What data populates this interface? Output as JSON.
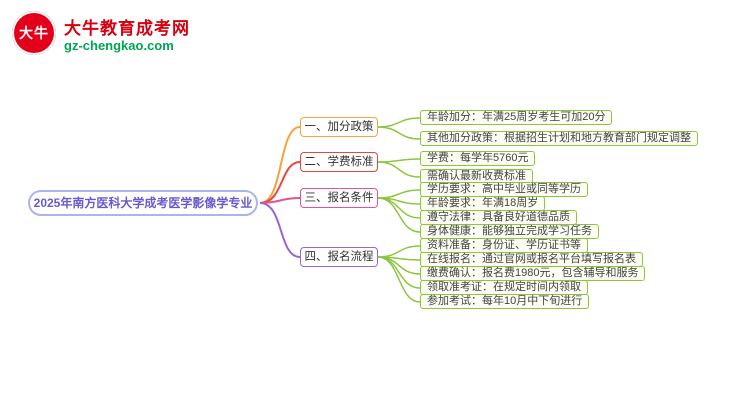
{
  "logo": {
    "badge_text": "大牛",
    "site_name": "大牛教育成考网",
    "site_url": "gz-chengkao.com"
  },
  "root": {
    "label": "2025年南方医科大学成考医学影像学专业"
  },
  "branches": [
    {
      "label": "一、加分政策",
      "color": "#f5a33c",
      "children": [
        "年龄加分：年满25周岁考生可加20分",
        "其他加分政策：根据招生计划和地方教育部门规定调整"
      ]
    },
    {
      "label": "二、学费标准",
      "color": "#e8483c",
      "children": [
        "学费：每学年5760元",
        "需确认最新收费标准"
      ]
    },
    {
      "label": "三、报名条件",
      "color": "#e0549a",
      "children": [
        "学历要求：高中毕业或同等学历",
        "年龄要求：年满18周岁",
        "遵守法律：具备良好道德品质",
        "身体健康：能够独立完成学习任务"
      ]
    },
    {
      "label": "四、报名流程",
      "color": "#9a63d2",
      "children": [
        "资料准备：身份证、学历证书等",
        "在线报名：通过官网或报名平台填写报名表",
        "缴费确认：报名费1980元，包含辅导和服务",
        "领取准考证：在规定时间内领取",
        "参加考试：每年10月中下旬进行"
      ]
    }
  ],
  "colors": {
    "brand_red": "#d7000f",
    "brand_green": "#00a651",
    "root_purple": "#6a5acd",
    "root_border": "#aab4ee",
    "leaf_green": "#8cc63f"
  }
}
